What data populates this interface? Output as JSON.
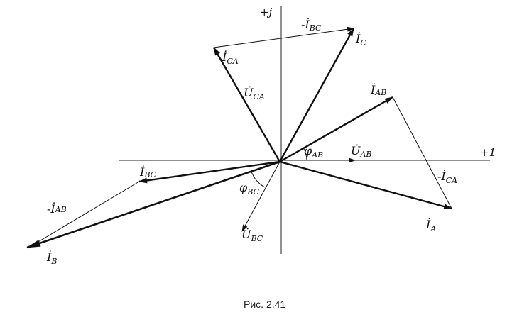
{
  "axes": {
    "real_label": "+1",
    "imag_label": "+j"
  },
  "vectors": {
    "I_C": {
      "main": "İ",
      "sub": "C"
    },
    "I_CA": {
      "main": "İ",
      "sub": "CA"
    },
    "U_CA": {
      "main": "U̇",
      "sub": "CA"
    },
    "I_AB": {
      "main": "İ",
      "sub": "AB"
    },
    "U_AB": {
      "main": "U̇",
      "sub": "AB"
    },
    "neg_I_CA": {
      "main": "-İ",
      "sub": "CA"
    },
    "I_A": {
      "main": "İ",
      "sub": "A"
    },
    "I_BC": {
      "main": "İ",
      "sub": "BC"
    },
    "neg_I_BC": {
      "main": "-İ",
      "sub": "BC"
    },
    "neg_I_AB": {
      "main": "-İ",
      "sub": "AB"
    },
    "I_B": {
      "main": "İ",
      "sub": "B"
    },
    "U_BC": {
      "main": "U̇",
      "sub": "BC"
    }
  },
  "angles": {
    "phi_AB": {
      "main": "φ",
      "sub": "AB"
    },
    "phi_BC": {
      "main": "φ",
      "sub": "BC"
    }
  },
  "caption": "Рис. 2.41"
}
